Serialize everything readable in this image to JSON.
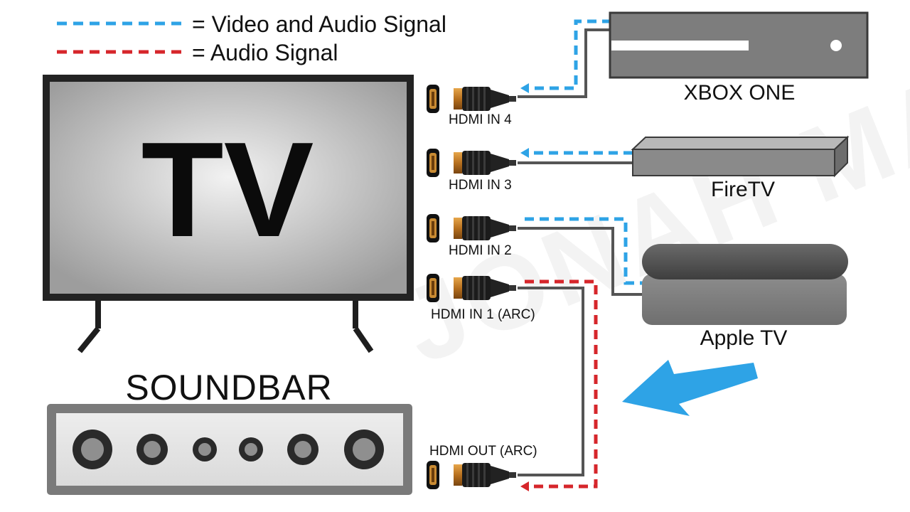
{
  "legend": {
    "video_audio": {
      "text": "= Video and Audio Signal",
      "color": "#2ea3e6"
    },
    "audio": {
      "text": "= Audio Signal",
      "color": "#d6262b"
    }
  },
  "tv": {
    "label": "TV"
  },
  "soundbar": {
    "label": "SOUNDBAR"
  },
  "devices": {
    "xbox": "XBOX ONE",
    "firetv": "FireTV",
    "appletv": "Apple TV"
  },
  "ports": {
    "hdmi4": "HDMI IN 4",
    "hdmi3": "HDMI IN 3",
    "hdmi2": "HDMI IN 2",
    "hdmi1": "HDMI IN 1 (ARC)",
    "hdmi_out": "HDMI OUT (ARC)"
  },
  "watermark": "JONAH MATTHES",
  "colors": {
    "video_audio_line": "#2ea3e6",
    "audio_line": "#d6262b",
    "cable": "#555555",
    "arrow": "#2ea3e6"
  }
}
